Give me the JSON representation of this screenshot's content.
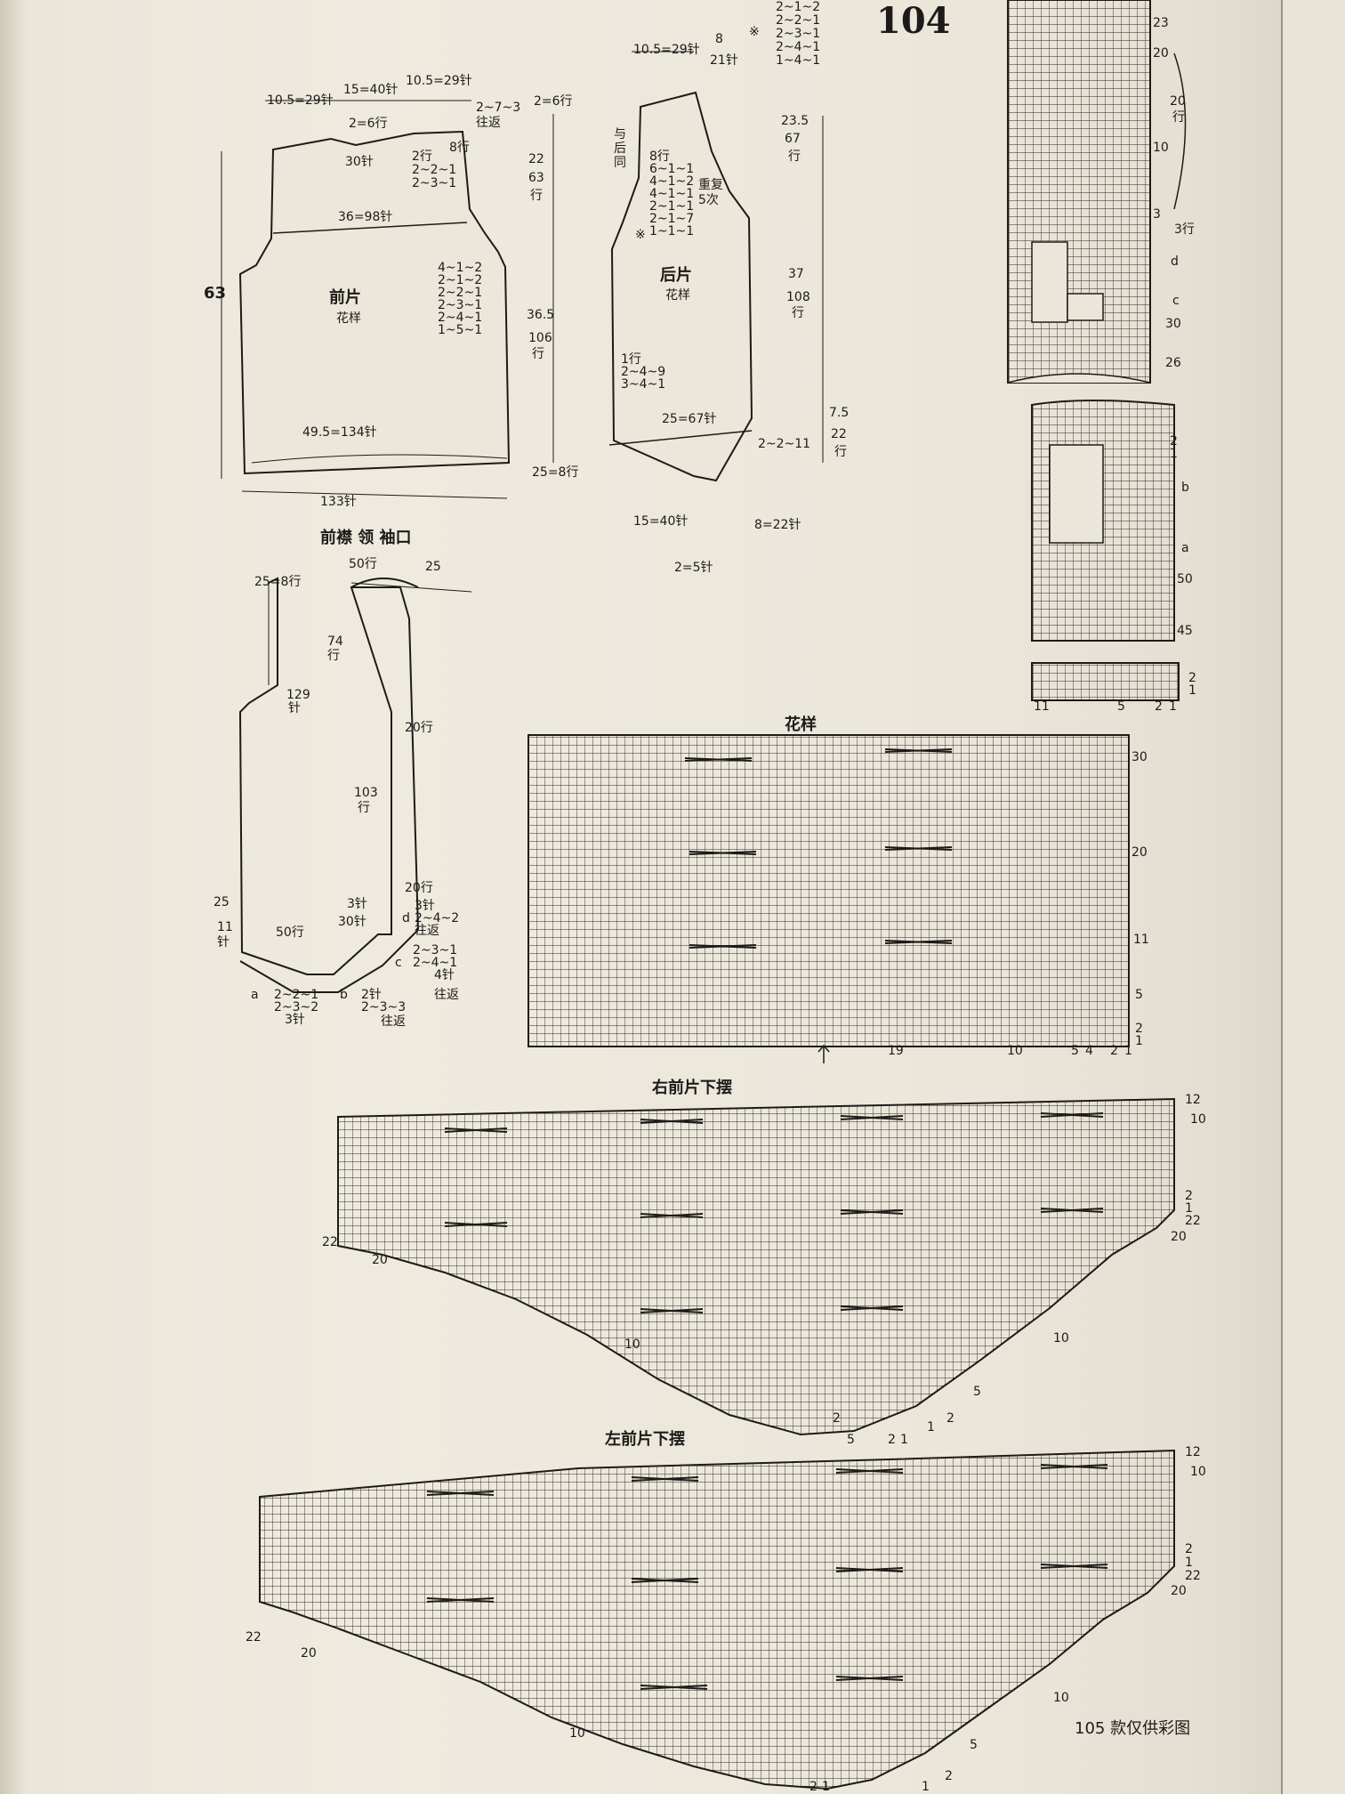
{
  "page_number": "104",
  "footer_note": "105 款仅供彩图",
  "front_piece": {
    "name": "前片",
    "pattern": "花样",
    "top_widths": [
      "10.5=29针",
      "15=40针",
      "10.5=29针"
    ],
    "shoulder": "2=6行",
    "neck_back": "30针",
    "neck_dec": "2~7~3",
    "neck_dec_2": "往返",
    "neck_side": "8行",
    "neck_rows": [
      "2行",
      "2~2~1",
      "2~3~1"
    ],
    "chest": "36=98针",
    "armhole": [
      "4~1~2",
      "2~1~2",
      "2~2~1",
      "2~3~1",
      "2~4~1",
      "1~5~1"
    ],
    "height": "63",
    "right_top": "2=6行",
    "armhole_h1": "22",
    "armhole_h2": "63",
    "armhole_h3": "行",
    "body_h1": "36.5",
    "body_h2": "106",
    "body_h3": "行",
    "hem_width": "49.5=134针",
    "hem_rows": "25=8行",
    "bottom": "133针"
  },
  "back_piece": {
    "name": "后片",
    "pattern": "花样",
    "top": [
      "10.5=29针",
      "8",
      "21针"
    ],
    "star": "※",
    "same_as": [
      "与",
      "后",
      "同"
    ],
    "rows_top": [
      "2~1~2",
      "2~2~1",
      "2~3~1",
      "2~4~1",
      "1~4~1"
    ],
    "rows": [
      "8行",
      "6~1~1",
      "4~1~2",
      "4~1~1",
      "2~1~1",
      "2~1~7",
      "1~1~1"
    ],
    "repeat": [
      "重复",
      "5次"
    ],
    "h1": [
      "23.5",
      "67",
      "行"
    ],
    "h2": [
      "37",
      "108",
      "行"
    ],
    "h3": [
      "7.5",
      "22",
      "行"
    ],
    "left_rows": [
      "1行",
      "2~4~9",
      "3~4~1"
    ],
    "hem": "25=67针",
    "hem_dec": "2~2~11",
    "bottom": [
      "15=40针",
      "8=22针",
      "2=5针"
    ]
  },
  "band": {
    "title": "前襟 领 袖口",
    "top": "50行",
    "top_r": "25",
    "left_top": "25=8行",
    "l74": [
      "74",
      "行"
    ],
    "l129": [
      "129",
      "针"
    ],
    "r20a": "20行",
    "l103": [
      "103",
      "行"
    ],
    "r20b": "20行",
    "l3": [
      "3针",
      "30针"
    ],
    "d_rows": [
      "3针",
      "2~4~2",
      "往返"
    ],
    "left25": [
      "25",
      "11",
      "针"
    ],
    "bottom": "50行",
    "c_rows": [
      "2~3~1",
      "2~4~1",
      "4针",
      "往返"
    ],
    "a_rows": [
      "2~2~1",
      "2~3~2",
      "3针"
    ],
    "b_rows": [
      "2针",
      "2~3~3",
      "往返"
    ],
    "letters": [
      "a",
      "b",
      "c",
      "d"
    ]
  },
  "pattern_chart": {
    "title": "花样",
    "row_nums": [
      "30",
      "20",
      "11",
      "5",
      "2",
      "1"
    ],
    "col_nums": [
      "19",
      "10",
      "5",
      "4",
      "2",
      "1"
    ]
  },
  "right_hem": {
    "title": "右前片下摆",
    "right_nums": [
      "12",
      "10",
      "2",
      "1",
      "22",
      "20",
      "10",
      "5",
      "2",
      "1"
    ],
    "left_nums": [
      "22",
      "20",
      "10"
    ],
    "bottom_nums": [
      "2",
      "5",
      "2",
      "1"
    ]
  },
  "left_hem": {
    "title": "左前片下摆",
    "right_nums": [
      "12",
      "10",
      "2",
      "1",
      "22",
      "20",
      "10",
      "5",
      "2",
      "1"
    ],
    "left_nums": [
      "22",
      "20",
      "10"
    ],
    "bottom_nums": [
      "2",
      "1"
    ]
  },
  "side_chart": {
    "nums": [
      "23",
      "20",
      "10",
      "3",
      "30",
      "26",
      "2",
      "1",
      "50",
      "45",
      "2",
      "1"
    ],
    "brace1": [
      "20",
      "行"
    ],
    "brace2": "3行",
    "letters": [
      "d",
      "c",
      "b",
      "a"
    ],
    "bottom_nums": [
      "11",
      "5",
      "2",
      "1"
    ]
  }
}
